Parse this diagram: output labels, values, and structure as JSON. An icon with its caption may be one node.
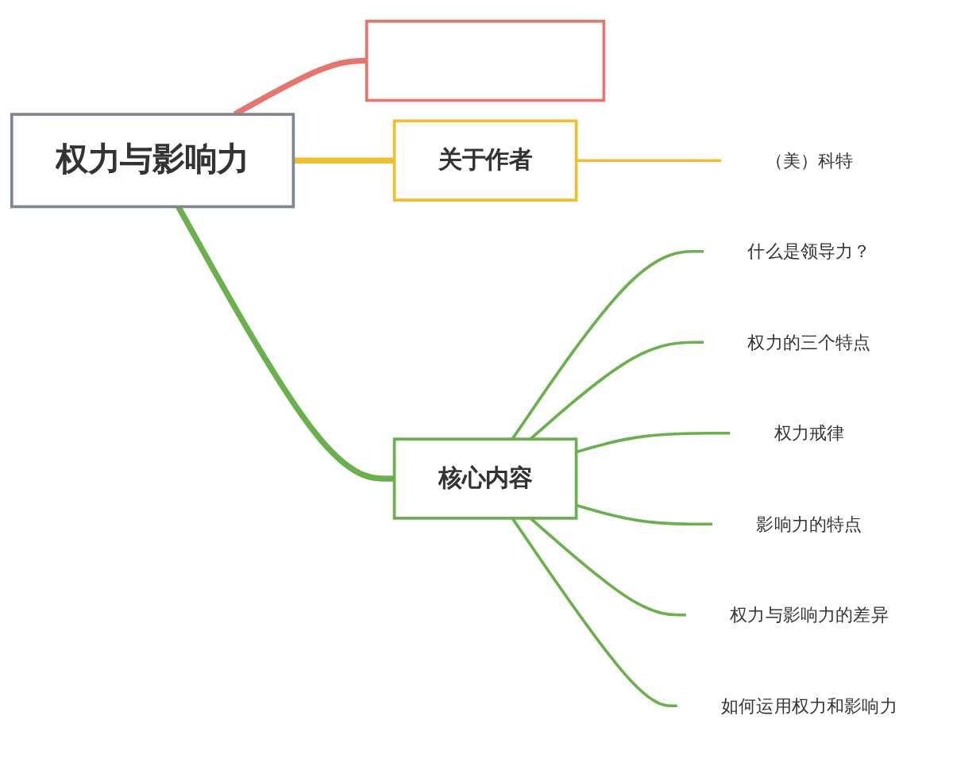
{
  "diagram": {
    "nodes": [
      {
        "text": [
          "权力与影响力"
        ]
      },
      {
        "text": [],
        "shape": "box"
      },
      {
        "text": [
          "关于作者"
        ]
      },
      {
        "text": [
          "（美）科特"
        ]
      },
      {
        "text": [
          "核心内容"
        ]
      },
      {
        "text": [
          "什么是领导力？"
        ]
      },
      {
        "text": [
          "权力的三个特点"
        ]
      },
      {
        "text": [
          "权力戒律"
        ]
      },
      {
        "text": [
          "影响力的特点"
        ]
      },
      {
        "text": [
          "权力与影响力的差异"
        ]
      },
      {
        "text": [
          "如何运用权力和影响力"
        ]
      }
    ],
    "edges": [
      {
        "from": 0,
        "to": 1,
        "arrow": "none",
        "style": "thick",
        "color": "#e8756d"
      },
      {
        "from": 0,
        "to": 2,
        "arrow": "none",
        "style": "thick",
        "color": "#f0bf2e"
      },
      {
        "from": 2,
        "to": 3,
        "arrow": "none",
        "color": "#f0bf2e"
      },
      {
        "from": 0,
        "to": 4,
        "arrow": "none",
        "style": "thick"
      },
      {
        "from": 4,
        "to": 5,
        "arrow": "none"
      },
      {
        "from": 4,
        "to": 6,
        "arrow": "none"
      },
      {
        "from": 4,
        "to": 7,
        "arrow": "none"
      },
      {
        "from": 4,
        "to": 8,
        "arrow": "none"
      },
      {
        "from": 4,
        "to": 9,
        "arrow": "none"
      },
      {
        "from": 4,
        "to": 10,
        "arrow": "none"
      }
    ]
  }
}
